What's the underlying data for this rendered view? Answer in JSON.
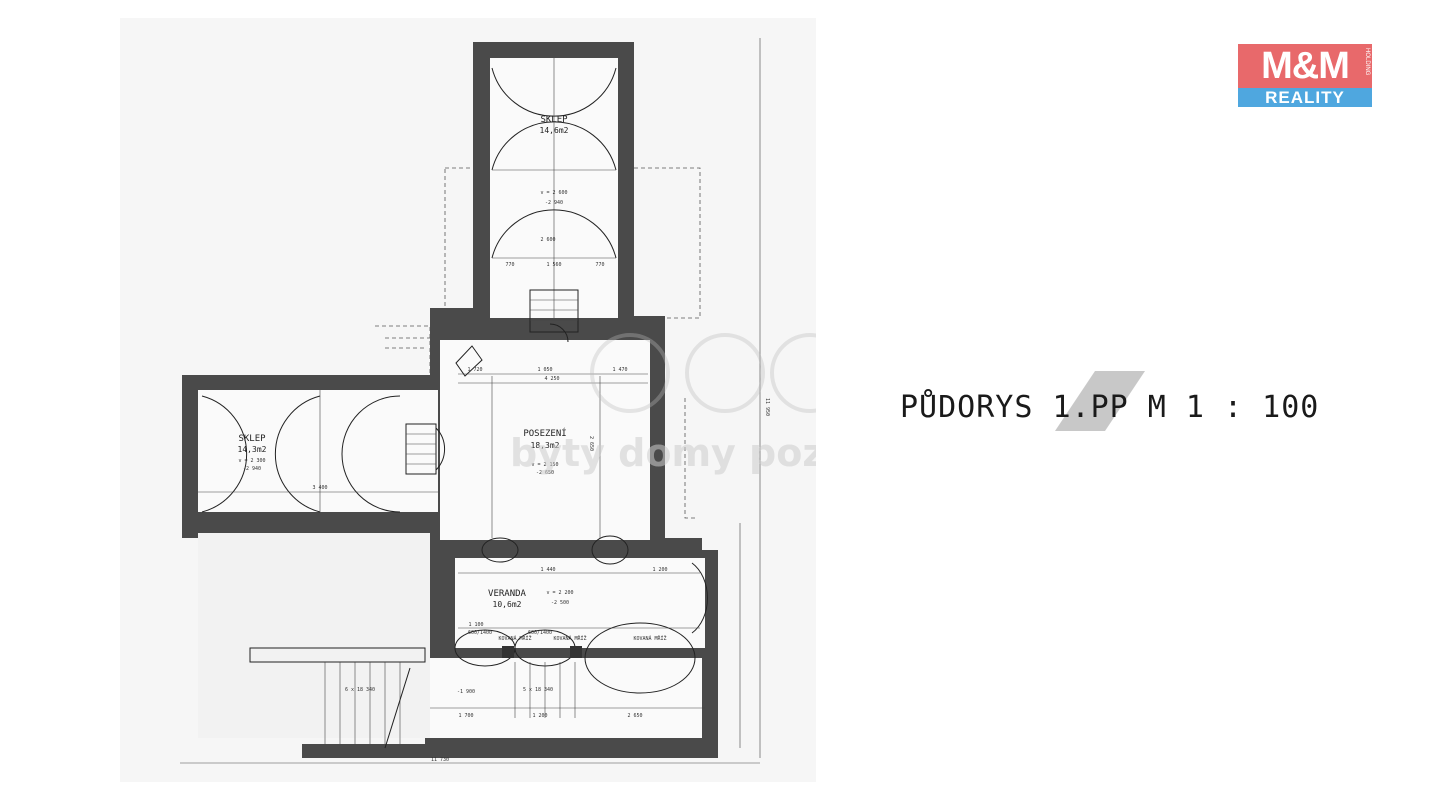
{
  "plan": {
    "title": "PŮDORYS 1.PP    M 1 : 100",
    "rooms": [
      {
        "name": "SKLEP",
        "area": "14,6m2"
      },
      {
        "name": "POSEZENÍ",
        "area": "18,3m2"
      },
      {
        "name": "SKLEP",
        "area": "14,3m2"
      },
      {
        "name": "VERANDA",
        "area": "10,6m2"
      }
    ],
    "notes": {
      "forged_grille": "KOVANÁ MŘÍŽ",
      "window_1": "600/1400",
      "window_2": "600/1400",
      "height_1": "v = 2 600",
      "height_2": "v = 2 300",
      "height_3": "v = 2 150",
      "height_4": "v = 2 200",
      "level_1": "-2 940",
      "level_2": "-2 940",
      "level_3": "-2 650",
      "level_4": "-2 500",
      "level_5": "-1 900",
      "stairs_1": "6 x 18 340",
      "stairs_2": "5 x 18 340"
    },
    "dimensions": {
      "total_width": "11 730",
      "total_height": "11 950",
      "d1": "1 720",
      "d2": "1 050",
      "d3": "1 470",
      "d4": "4 250",
      "d5": "3 400",
      "d6": "2 650",
      "d7": "1 440",
      "d8": "1 200",
      "d9": "1 100",
      "d10": "1 700",
      "d11": "1 200",
      "d12": "2 650",
      "d13": "2 600",
      "d14": "1 560",
      "d15": "770",
      "d16": "770"
    }
  },
  "watermark": "byty domy pozemky",
  "logo": {
    "top": "M&M",
    "bottom": "REALITY",
    "holding": "HOLDING"
  }
}
